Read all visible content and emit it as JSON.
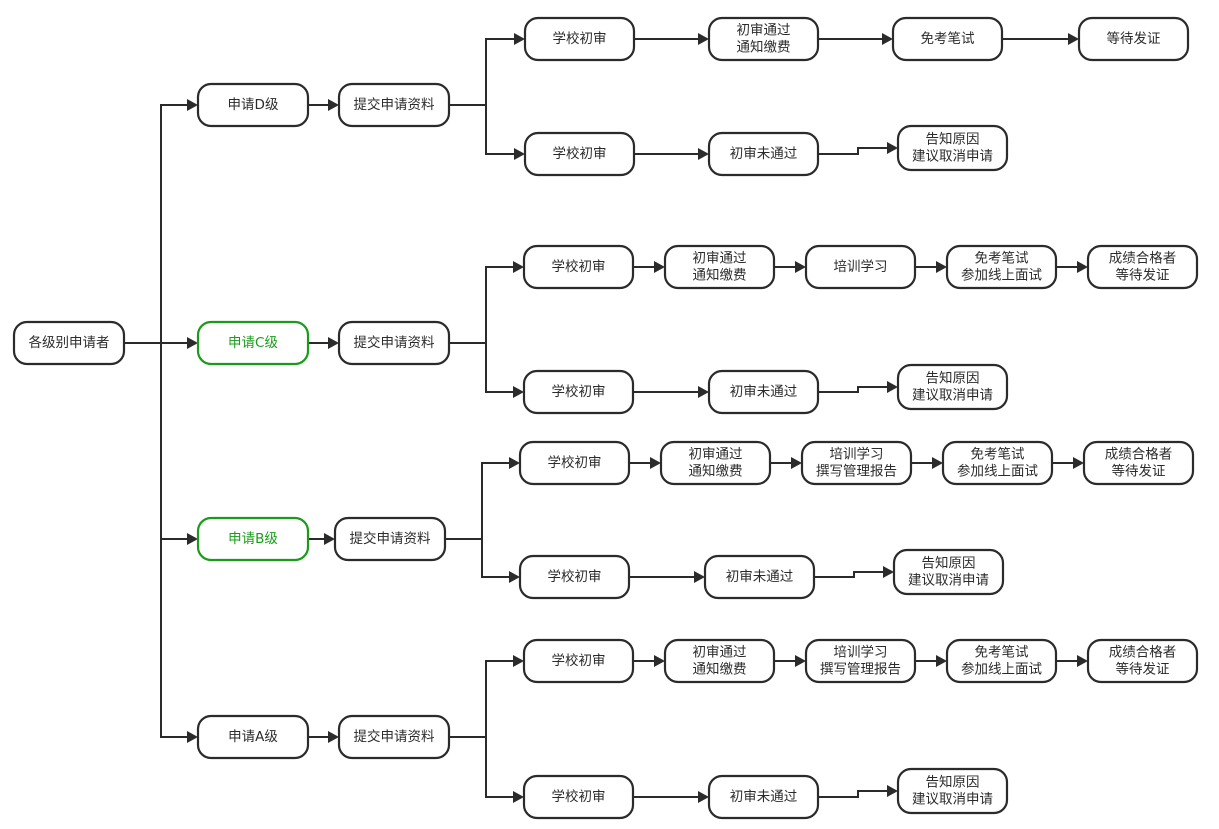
{
  "colors": {
    "line": "#2b2b2b",
    "highlight": "#1a9c1a",
    "background": "#ffffff"
  },
  "nodes": [
    {
      "id": "root",
      "lines": [
        "各级别申请者"
      ]
    },
    {
      "id": "lvlD",
      "lines": [
        "申请D级"
      ]
    },
    {
      "id": "subD",
      "lines": [
        "提交申请资料"
      ]
    },
    {
      "id": "D_s1",
      "lines": [
        "学校初审"
      ]
    },
    {
      "id": "D_p1",
      "lines": [
        "初审通过",
        "通知缴费"
      ]
    },
    {
      "id": "D_e1",
      "lines": [
        "免考笔试"
      ]
    },
    {
      "id": "D_c1",
      "lines": [
        "等待发证"
      ]
    },
    {
      "id": "D_s2",
      "lines": [
        "学校初审"
      ]
    },
    {
      "id": "D_f2",
      "lines": [
        "初审未通过"
      ]
    },
    {
      "id": "D_r2",
      "lines": [
        "告知原因",
        "建议取消申请"
      ]
    },
    {
      "id": "lvlC",
      "lines": [
        "申请C级"
      ],
      "highlight": true
    },
    {
      "id": "subC",
      "lines": [
        "提交申请资料"
      ]
    },
    {
      "id": "C_s1",
      "lines": [
        "学校初审"
      ]
    },
    {
      "id": "C_p1",
      "lines": [
        "初审通过",
        "通知缴费"
      ]
    },
    {
      "id": "C_t1",
      "lines": [
        "培训学习"
      ]
    },
    {
      "id": "C_e1",
      "lines": [
        "免考笔试",
        "参加线上面试"
      ]
    },
    {
      "id": "C_c1",
      "lines": [
        "成绩合格者",
        "等待发证"
      ]
    },
    {
      "id": "C_s2",
      "lines": [
        "学校初审"
      ]
    },
    {
      "id": "C_f2",
      "lines": [
        "初审未通过"
      ]
    },
    {
      "id": "C_r2",
      "lines": [
        "告知原因",
        "建议取消申请"
      ]
    },
    {
      "id": "lvlB",
      "lines": [
        "申请B级"
      ],
      "highlight": true
    },
    {
      "id": "subB",
      "lines": [
        "提交申请资料"
      ]
    },
    {
      "id": "B_s1",
      "lines": [
        "学校初审"
      ]
    },
    {
      "id": "B_p1",
      "lines": [
        "初审通过",
        "通知缴费"
      ]
    },
    {
      "id": "B_t1",
      "lines": [
        "培训学习",
        "撰写管理报告"
      ]
    },
    {
      "id": "B_e1",
      "lines": [
        "免考笔试",
        "参加线上面试"
      ]
    },
    {
      "id": "B_c1",
      "lines": [
        "成绩合格者",
        "等待发证"
      ]
    },
    {
      "id": "B_s2",
      "lines": [
        "学校初审"
      ]
    },
    {
      "id": "B_f2",
      "lines": [
        "初审未通过"
      ]
    },
    {
      "id": "B_r2",
      "lines": [
        "告知原因",
        "建议取消申请"
      ]
    },
    {
      "id": "lvlA",
      "lines": [
        "申请A级"
      ]
    },
    {
      "id": "subA",
      "lines": [
        "提交申请资料"
      ]
    },
    {
      "id": "A_s1",
      "lines": [
        "学校初审"
      ]
    },
    {
      "id": "A_p1",
      "lines": [
        "初审通过",
        "通知缴费"
      ]
    },
    {
      "id": "A_t1",
      "lines": [
        "培训学习",
        "撰写管理报告"
      ]
    },
    {
      "id": "A_e1",
      "lines": [
        "免考笔试",
        "参加线上面试"
      ]
    },
    {
      "id": "A_c1",
      "lines": [
        "成绩合格者",
        "等待发证"
      ]
    },
    {
      "id": "A_s2",
      "lines": [
        "学校初审"
      ]
    },
    {
      "id": "A_f2",
      "lines": [
        "初审未通过"
      ]
    },
    {
      "id": "A_r2",
      "lines": [
        "告知原因",
        "建议取消申请"
      ]
    }
  ],
  "edges": [
    [
      "root",
      "lvlD"
    ],
    [
      "root",
      "lvlC"
    ],
    [
      "root",
      "lvlB"
    ],
    [
      "root",
      "lvlA"
    ],
    [
      "lvlD",
      "subD"
    ],
    [
      "subD",
      "D_s1"
    ],
    [
      "subD",
      "D_s2"
    ],
    [
      "D_s1",
      "D_p1"
    ],
    [
      "D_p1",
      "D_e1"
    ],
    [
      "D_e1",
      "D_c1"
    ],
    [
      "D_s2",
      "D_f2"
    ],
    [
      "D_f2",
      "D_r2"
    ],
    [
      "lvlC",
      "subC"
    ],
    [
      "subC",
      "C_s1"
    ],
    [
      "subC",
      "C_s2"
    ],
    [
      "C_s1",
      "C_p1"
    ],
    [
      "C_p1",
      "C_t1"
    ],
    [
      "C_t1",
      "C_e1"
    ],
    [
      "C_e1",
      "C_c1"
    ],
    [
      "C_s2",
      "C_f2"
    ],
    [
      "C_f2",
      "C_r2"
    ],
    [
      "lvlB",
      "subB"
    ],
    [
      "subB",
      "B_s1"
    ],
    [
      "subB",
      "B_s2"
    ],
    [
      "B_s1",
      "B_p1"
    ],
    [
      "B_p1",
      "B_t1"
    ],
    [
      "B_t1",
      "B_e1"
    ],
    [
      "B_e1",
      "B_c1"
    ],
    [
      "B_s2",
      "B_f2"
    ],
    [
      "B_f2",
      "B_r2"
    ],
    [
      "lvlA",
      "subA"
    ],
    [
      "subA",
      "A_s1"
    ],
    [
      "subA",
      "A_s2"
    ],
    [
      "A_s1",
      "A_p1"
    ],
    [
      "A_p1",
      "A_t1"
    ],
    [
      "A_t1",
      "A_e1"
    ],
    [
      "A_e1",
      "A_c1"
    ],
    [
      "A_s2",
      "A_f2"
    ],
    [
      "A_f2",
      "A_r2"
    ]
  ]
}
